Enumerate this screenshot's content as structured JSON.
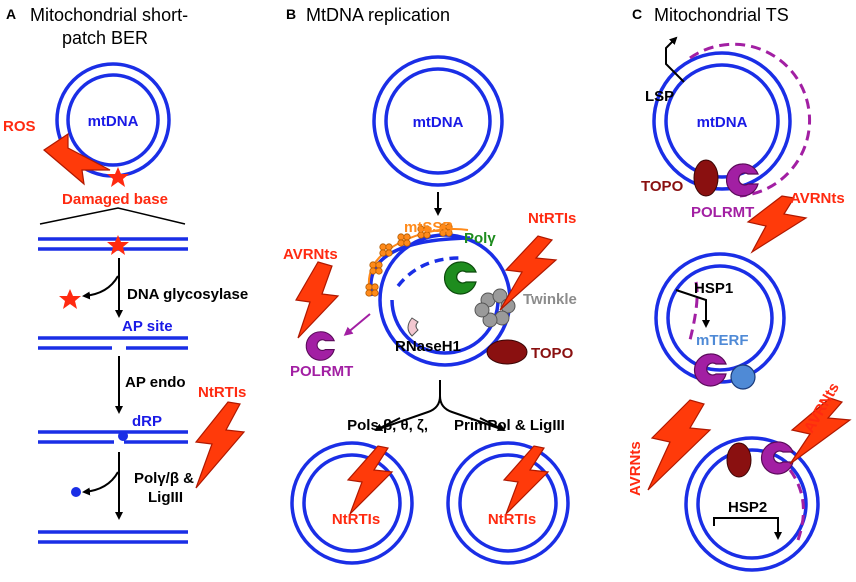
{
  "panels": {
    "a": {
      "letter": "A",
      "title_line1": "Mitochondrial short-",
      "title_line2": "patch BER",
      "ring_label": "mtDNA",
      "ros": "ROS",
      "damaged_base": "Damaged base",
      "dna_glycosylase": "DNA glycosylase",
      "ap_site": "AP site",
      "ap_endo": "AP endo",
      "drp": "dRP",
      "nrtis": "NtRTIs",
      "pol_line1": "Polγ/β &",
      "pol_line2": "LigIII"
    },
    "b": {
      "letter": "B",
      "title": "MtDNA replication",
      "ring_label": "mtDNA",
      "mtssb": "mtSSB",
      "pol_gamma": "Polγ",
      "nrtis_top": "NtRTIs",
      "avrnts": "AVRNts",
      "twinkle": "Twinkle",
      "rnaseh1": "RNaseH1",
      "topo": "TOPO",
      "polrmt": "POLRMT",
      "pols_left": "Pols β, θ, ζ,",
      "pols_right": "PrimPol & LigIII",
      "nrtis_left": "NtRTIs",
      "nrtis_right": "NtRTIs"
    },
    "c": {
      "letter": "C",
      "title": "Mitochondrial TS",
      "ring_label": "mtDNA",
      "lsp": "LSP",
      "topo": "TOPO",
      "polrmt": "POLRMT",
      "avrnts_top": "AVRNts",
      "hsp1": "HSP1",
      "mterf": "mTERF",
      "avrnts_mid": "AVRNts",
      "avrnts_right": "AVRNts",
      "hsp2": "HSP2"
    }
  },
  "colors": {
    "dna_blue": "#1a2ee6",
    "red": "#ff2a10",
    "orange": "#ff8a1a",
    "green": "#1e8c1e",
    "grey": "#8c8c8c",
    "maroon": "#8a1010",
    "purple": "#a21fa3",
    "steel_blue": "#4f8ad6"
  }
}
